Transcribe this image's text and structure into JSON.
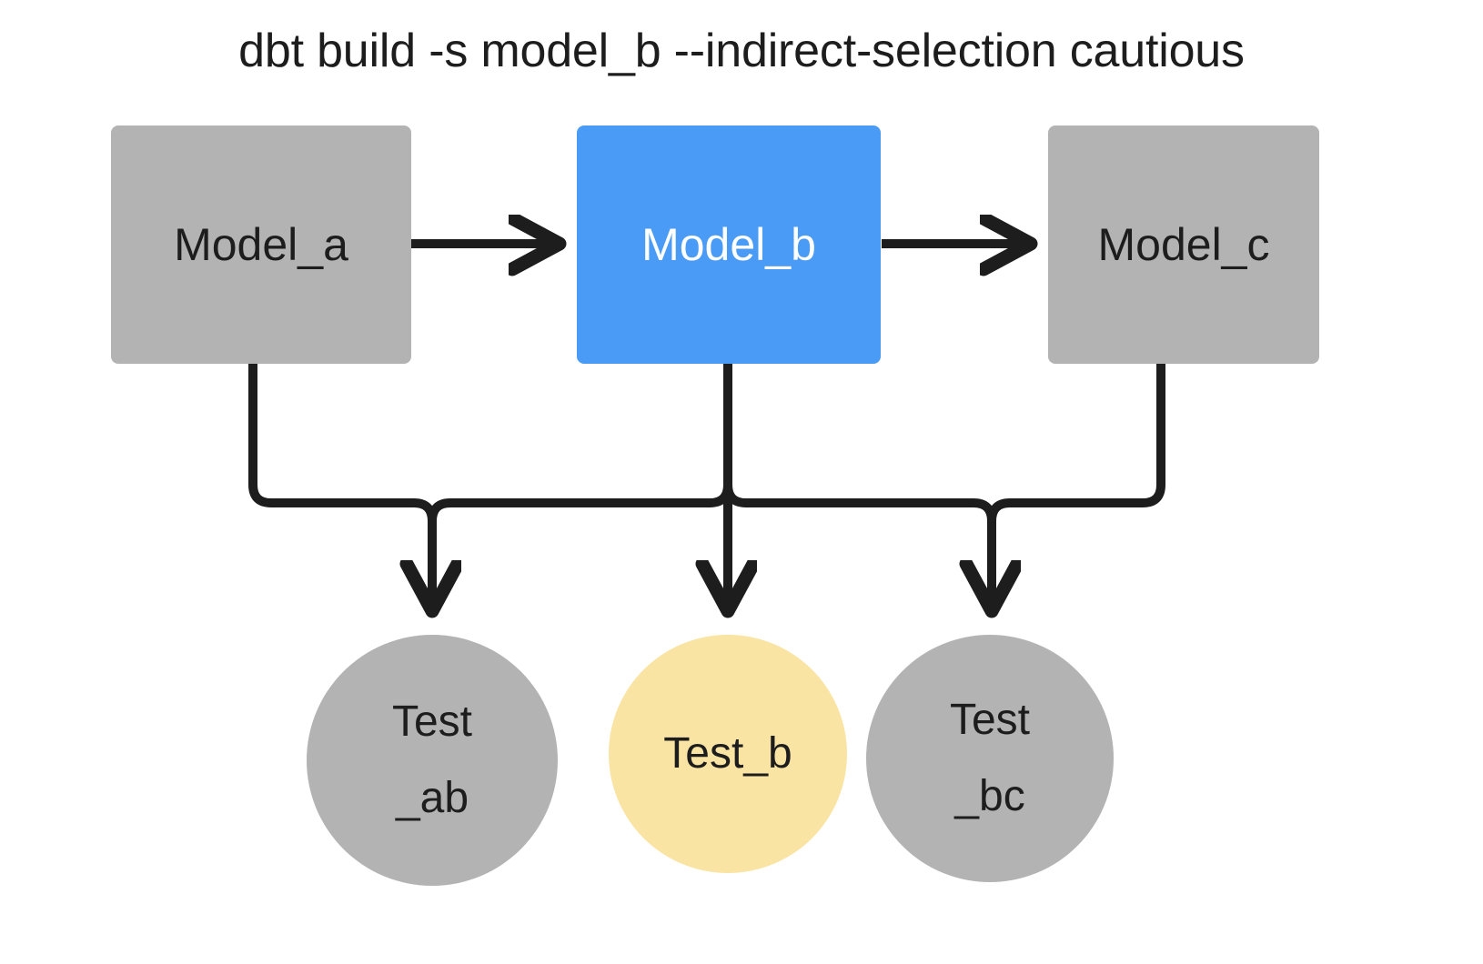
{
  "diagram": {
    "title": "dbt build -s model_b --indirect-selection cautious",
    "background": "#ffffff",
    "edge_color": "#1d1d1d",
    "colors": {
      "unselected_gray": "#b3b3b3",
      "selected_blue": "#4a9bf5",
      "selected_test_yellow": "#f9e4a4",
      "text_dark": "#1d1d1d",
      "text_light": "#ffffff"
    },
    "models": [
      {
        "id": "model-a",
        "label": "Model_a",
        "shape": "rectangle",
        "fill": "#b3b3b3",
        "text_color": "#1d1d1d",
        "selected": false
      },
      {
        "id": "model-b",
        "label": "Model_b",
        "shape": "rectangle",
        "fill": "#4a9bf5",
        "text_color": "#ffffff",
        "selected": true
      },
      {
        "id": "model-c",
        "label": "Model_c",
        "shape": "rectangle",
        "fill": "#b3b3b3",
        "text_color": "#1d1d1d",
        "selected": false
      }
    ],
    "tests": [
      {
        "id": "test-ab",
        "label": "Test\n_ab",
        "shape": "circle",
        "fill": "#b3b3b3",
        "text_color": "#1d1d1d",
        "selected": false
      },
      {
        "id": "test-b",
        "label": "Test_b",
        "shape": "circle",
        "fill": "#f9e4a4",
        "text_color": "#1d1d1d",
        "selected": true
      },
      {
        "id": "test-bc",
        "label": "Test\n_bc",
        "shape": "circle",
        "fill": "#b3b3b3",
        "text_color": "#1d1d1d",
        "selected": false
      }
    ],
    "edges": [
      {
        "id": "edge-model-a-to-model-b",
        "from": "Model_a",
        "to": "Model_b",
        "style": "straight-arrow"
      },
      {
        "id": "edge-model-b-to-model-c",
        "from": "Model_b",
        "to": "Model_c",
        "style": "straight-arrow"
      },
      {
        "id": "edge-model-a-to-test-ab",
        "from": "Model_a",
        "to": "Test_ab",
        "style": "elbow-arrow"
      },
      {
        "id": "edge-model-b-to-test-ab",
        "from": "Model_b",
        "to": "Test_ab",
        "style": "elbow-arrow"
      },
      {
        "id": "edge-model-b-to-test-b",
        "from": "Model_b",
        "to": "Test_b",
        "style": "straight-arrow"
      },
      {
        "id": "edge-model-b-to-test-bc",
        "from": "Model_b",
        "to": "Test_bc",
        "style": "elbow-arrow"
      },
      {
        "id": "edge-model-c-to-test-bc",
        "from": "Model_c",
        "to": "Test_bc",
        "style": "elbow-arrow"
      }
    ]
  }
}
